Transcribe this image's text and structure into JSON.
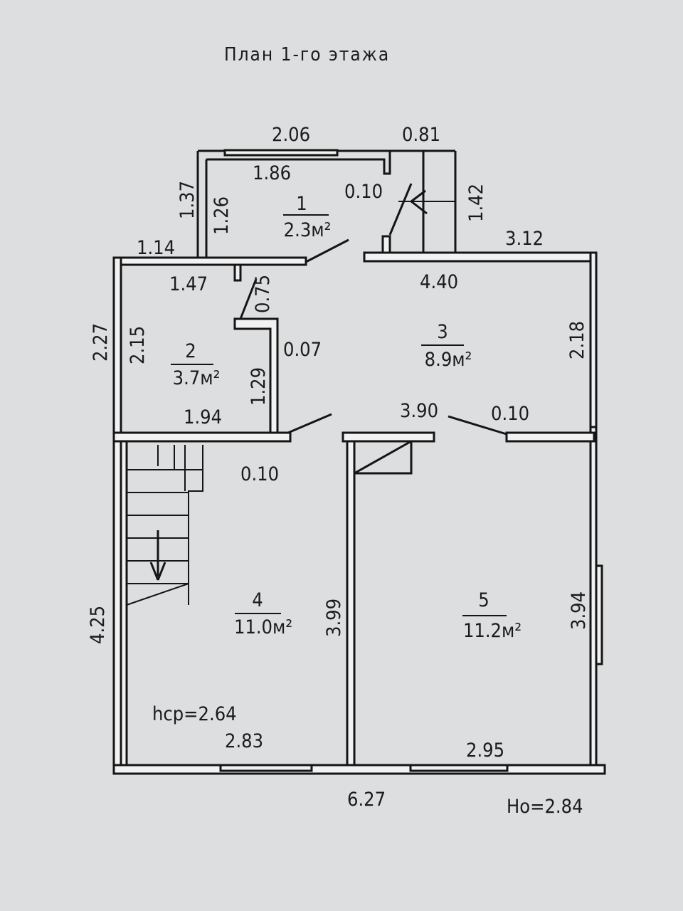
{
  "title": "План 1-го этажа",
  "rooms": [
    {
      "number": "1",
      "area": "2.3м²"
    },
    {
      "number": "2",
      "area": "3.7м²"
    },
    {
      "number": "3",
      "area": "8.9м²"
    },
    {
      "number": "4",
      "area": "11.0м²"
    },
    {
      "number": "5",
      "area": "11.2м²"
    }
  ],
  "dimensions": {
    "d206": "2.06",
    "d081": "0.81",
    "d186": "1.86",
    "d137": "1.37",
    "d126": "1.26",
    "d010a": "0.10",
    "d142": "1.42",
    "d114": "1.14",
    "d312": "3.12",
    "d147": "1.47",
    "d075": "0.75",
    "d440": "4.40",
    "d227": "2.27",
    "d215": "2.15",
    "d007": "0.07",
    "d218": "2.18",
    "d129": "1.29",
    "d194": "1.94",
    "d390": "3.90",
    "d010b": "0.10",
    "d010c": "0.10",
    "d425": "4.25",
    "d399": "3.99",
    "d394": "3.94",
    "d283": "2.83",
    "d295": "2.95",
    "d627": "6.27"
  },
  "heights": {
    "avg": "hср=2.64",
    "total": "Hо=2.84"
  }
}
